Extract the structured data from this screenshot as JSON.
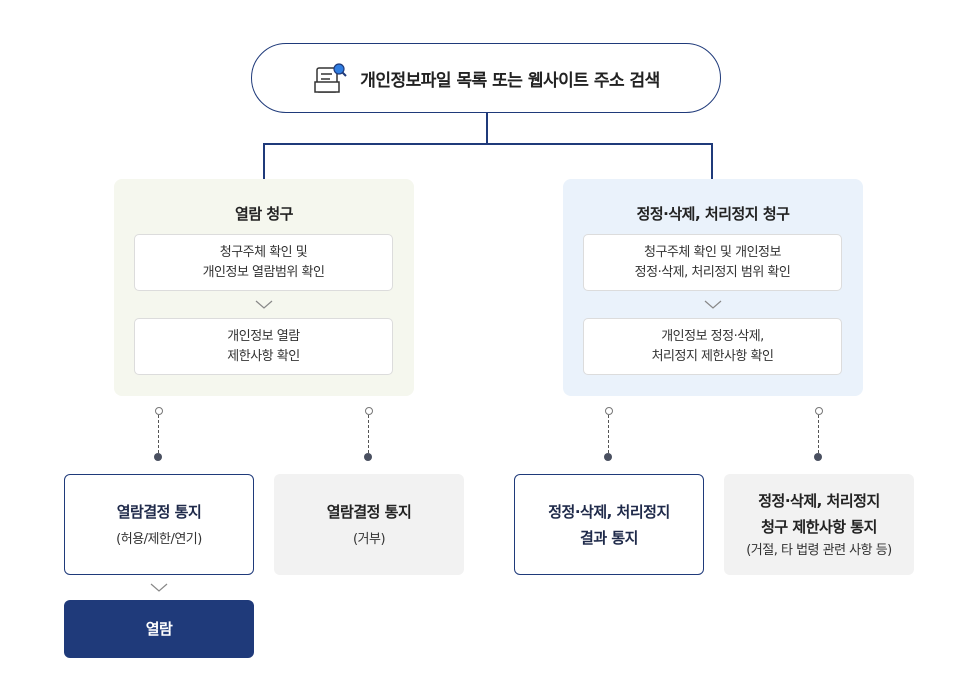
{
  "top": {
    "title": "개인정보파일 목록 또는 웹사이트 주소 검색",
    "icon": "document-search-icon"
  },
  "left_panel": {
    "title": "열람 청구",
    "step1": [
      "청구주체 확인 및",
      "개인정보 열람범위 확인"
    ],
    "step2": [
      "개인정보 열람",
      "제한사항 확인"
    ]
  },
  "right_panel": {
    "title": "정정·삭제, 처리정지 청구",
    "step1": [
      "청구주체 확인 및 개인정보",
      "정정·삭제, 처리정지 범위 확인"
    ],
    "step2": [
      "개인정보 정정·삭제,",
      "처리정지 제한사항 확인"
    ]
  },
  "results": [
    {
      "main": [
        "열람결정 통지"
      ],
      "sub": "(허용/제한/연기)"
    },
    {
      "main": [
        "열람결정 통지"
      ],
      "sub": "(거부)"
    },
    {
      "main": [
        "정정·삭제, 처리정지",
        "결과 통지"
      ],
      "sub": ""
    },
    {
      "main": [
        "정정·삭제, 처리정지",
        "청구 제한사항 통지"
      ],
      "sub": "(거절, 타 법령 관련 사항 등)"
    }
  ],
  "final": {
    "label": "열람"
  },
  "colors": {
    "navy": "#1f3a7a",
    "green_panel": "#f5f7ee",
    "blue_panel": "#eaf2fb",
    "gray_card": "#f2f2f2"
  }
}
